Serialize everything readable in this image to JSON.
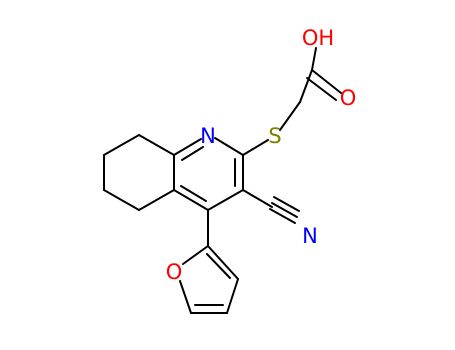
{
  "atoms": {
    "oxygen_hydroxyl": {
      "label": "OH"
    },
    "oxygen_carbonyl": {
      "label": "O"
    },
    "sulfur": {
      "label": "S"
    },
    "nitrogen_ring": {
      "label": "N"
    },
    "nitrogen_nitrile": {
      "label": "N"
    },
    "oxygen_furan": {
      "label": "O"
    }
  },
  "colors": {
    "bond": "#000000",
    "oxygen": "#ff0000",
    "nitrogen": "#0000ff",
    "sulfur": "#808000",
    "background": "#ffffff"
  }
}
